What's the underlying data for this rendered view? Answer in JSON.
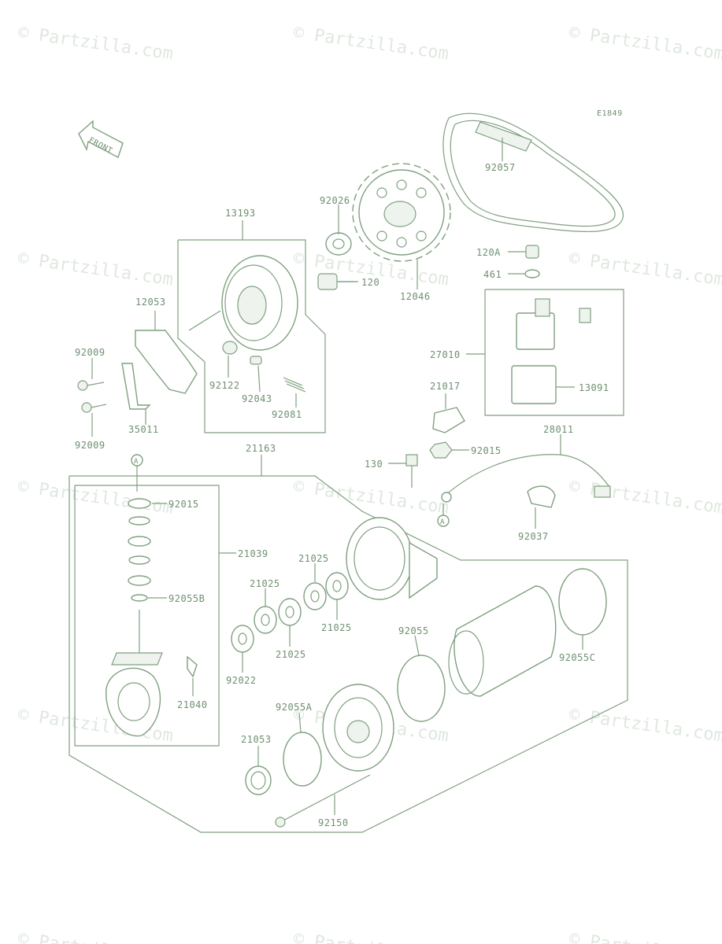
{
  "watermark": "© Partzilla.com",
  "diagram_code": "E1849",
  "front_marker": "FRONT",
  "ref_a": "A",
  "labels": {
    "p13193": "13193",
    "p92026": "92026",
    "p92057": "92057",
    "p12046": "12046",
    "p120": "120",
    "p120a": "120A",
    "p461": "461",
    "p12053": "12053",
    "p92009a": "92009",
    "p92009b": "92009",
    "p35011": "35011",
    "p92122": "92122",
    "p92043": "92043",
    "p92081": "92081",
    "p27010": "27010",
    "p13091": "13091",
    "p21017": "21017",
    "p28011": "28011",
    "p92015a": "92015",
    "p130": "130",
    "p92037": "92037",
    "p21163": "21163",
    "p92015b": "92015",
    "p21039": "21039",
    "p92055b": "92055B",
    "p21025a": "21025",
    "p21025b": "21025",
    "p21025c": "21025",
    "p21025d": "21025",
    "p92022": "92022",
    "p92055": "92055",
    "p92055c": "92055C",
    "p21040": "21040",
    "p92055a": "92055A",
    "p21053": "21053",
    "p92150": "92150"
  }
}
